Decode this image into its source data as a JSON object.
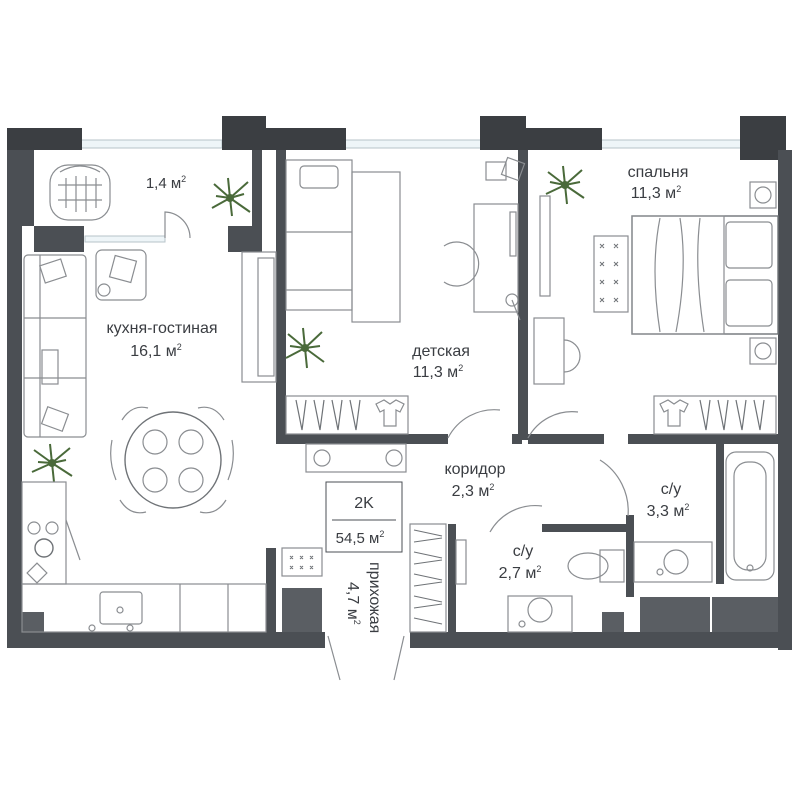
{
  "plan": {
    "type_label": "2K",
    "total_area_value": "54,5 м",
    "total_area_sup": "2",
    "accent_wall": "#4b4f54",
    "accent_furniture": "#8a8d91",
    "rooms": [
      {
        "id": "balcony",
        "name": "",
        "area": "1,4 м",
        "sup": "2"
      },
      {
        "id": "kitchen-living",
        "name": "кухня-гостиная",
        "area": "16,1 м",
        "sup": "2"
      },
      {
        "id": "kids",
        "name": "детская",
        "area": "11,3 м",
        "sup": "2"
      },
      {
        "id": "bedroom",
        "name": "спальня",
        "area": "11,3 м",
        "sup": "2"
      },
      {
        "id": "corridor",
        "name": "коридор",
        "area": "2,3 м",
        "sup": "2"
      },
      {
        "id": "bath-1",
        "name": "с/у",
        "area": "2,7 м",
        "sup": "2"
      },
      {
        "id": "bath-2",
        "name": "с/у",
        "area": "3,3 м",
        "sup": "2"
      },
      {
        "id": "hallway",
        "name": "прихожая",
        "area": "4,7 м",
        "sup": "2"
      }
    ],
    "icons": [
      "plant-icon",
      "sofa-icon",
      "bed-icon",
      "bathtub-icon",
      "toilet-icon",
      "sink-icon",
      "stove-icon",
      "dining-table-icon",
      "desk-icon",
      "chair-icon",
      "wardrobe-icon",
      "washer-icon",
      "armchair-icon",
      "tshirt-icon"
    ]
  }
}
